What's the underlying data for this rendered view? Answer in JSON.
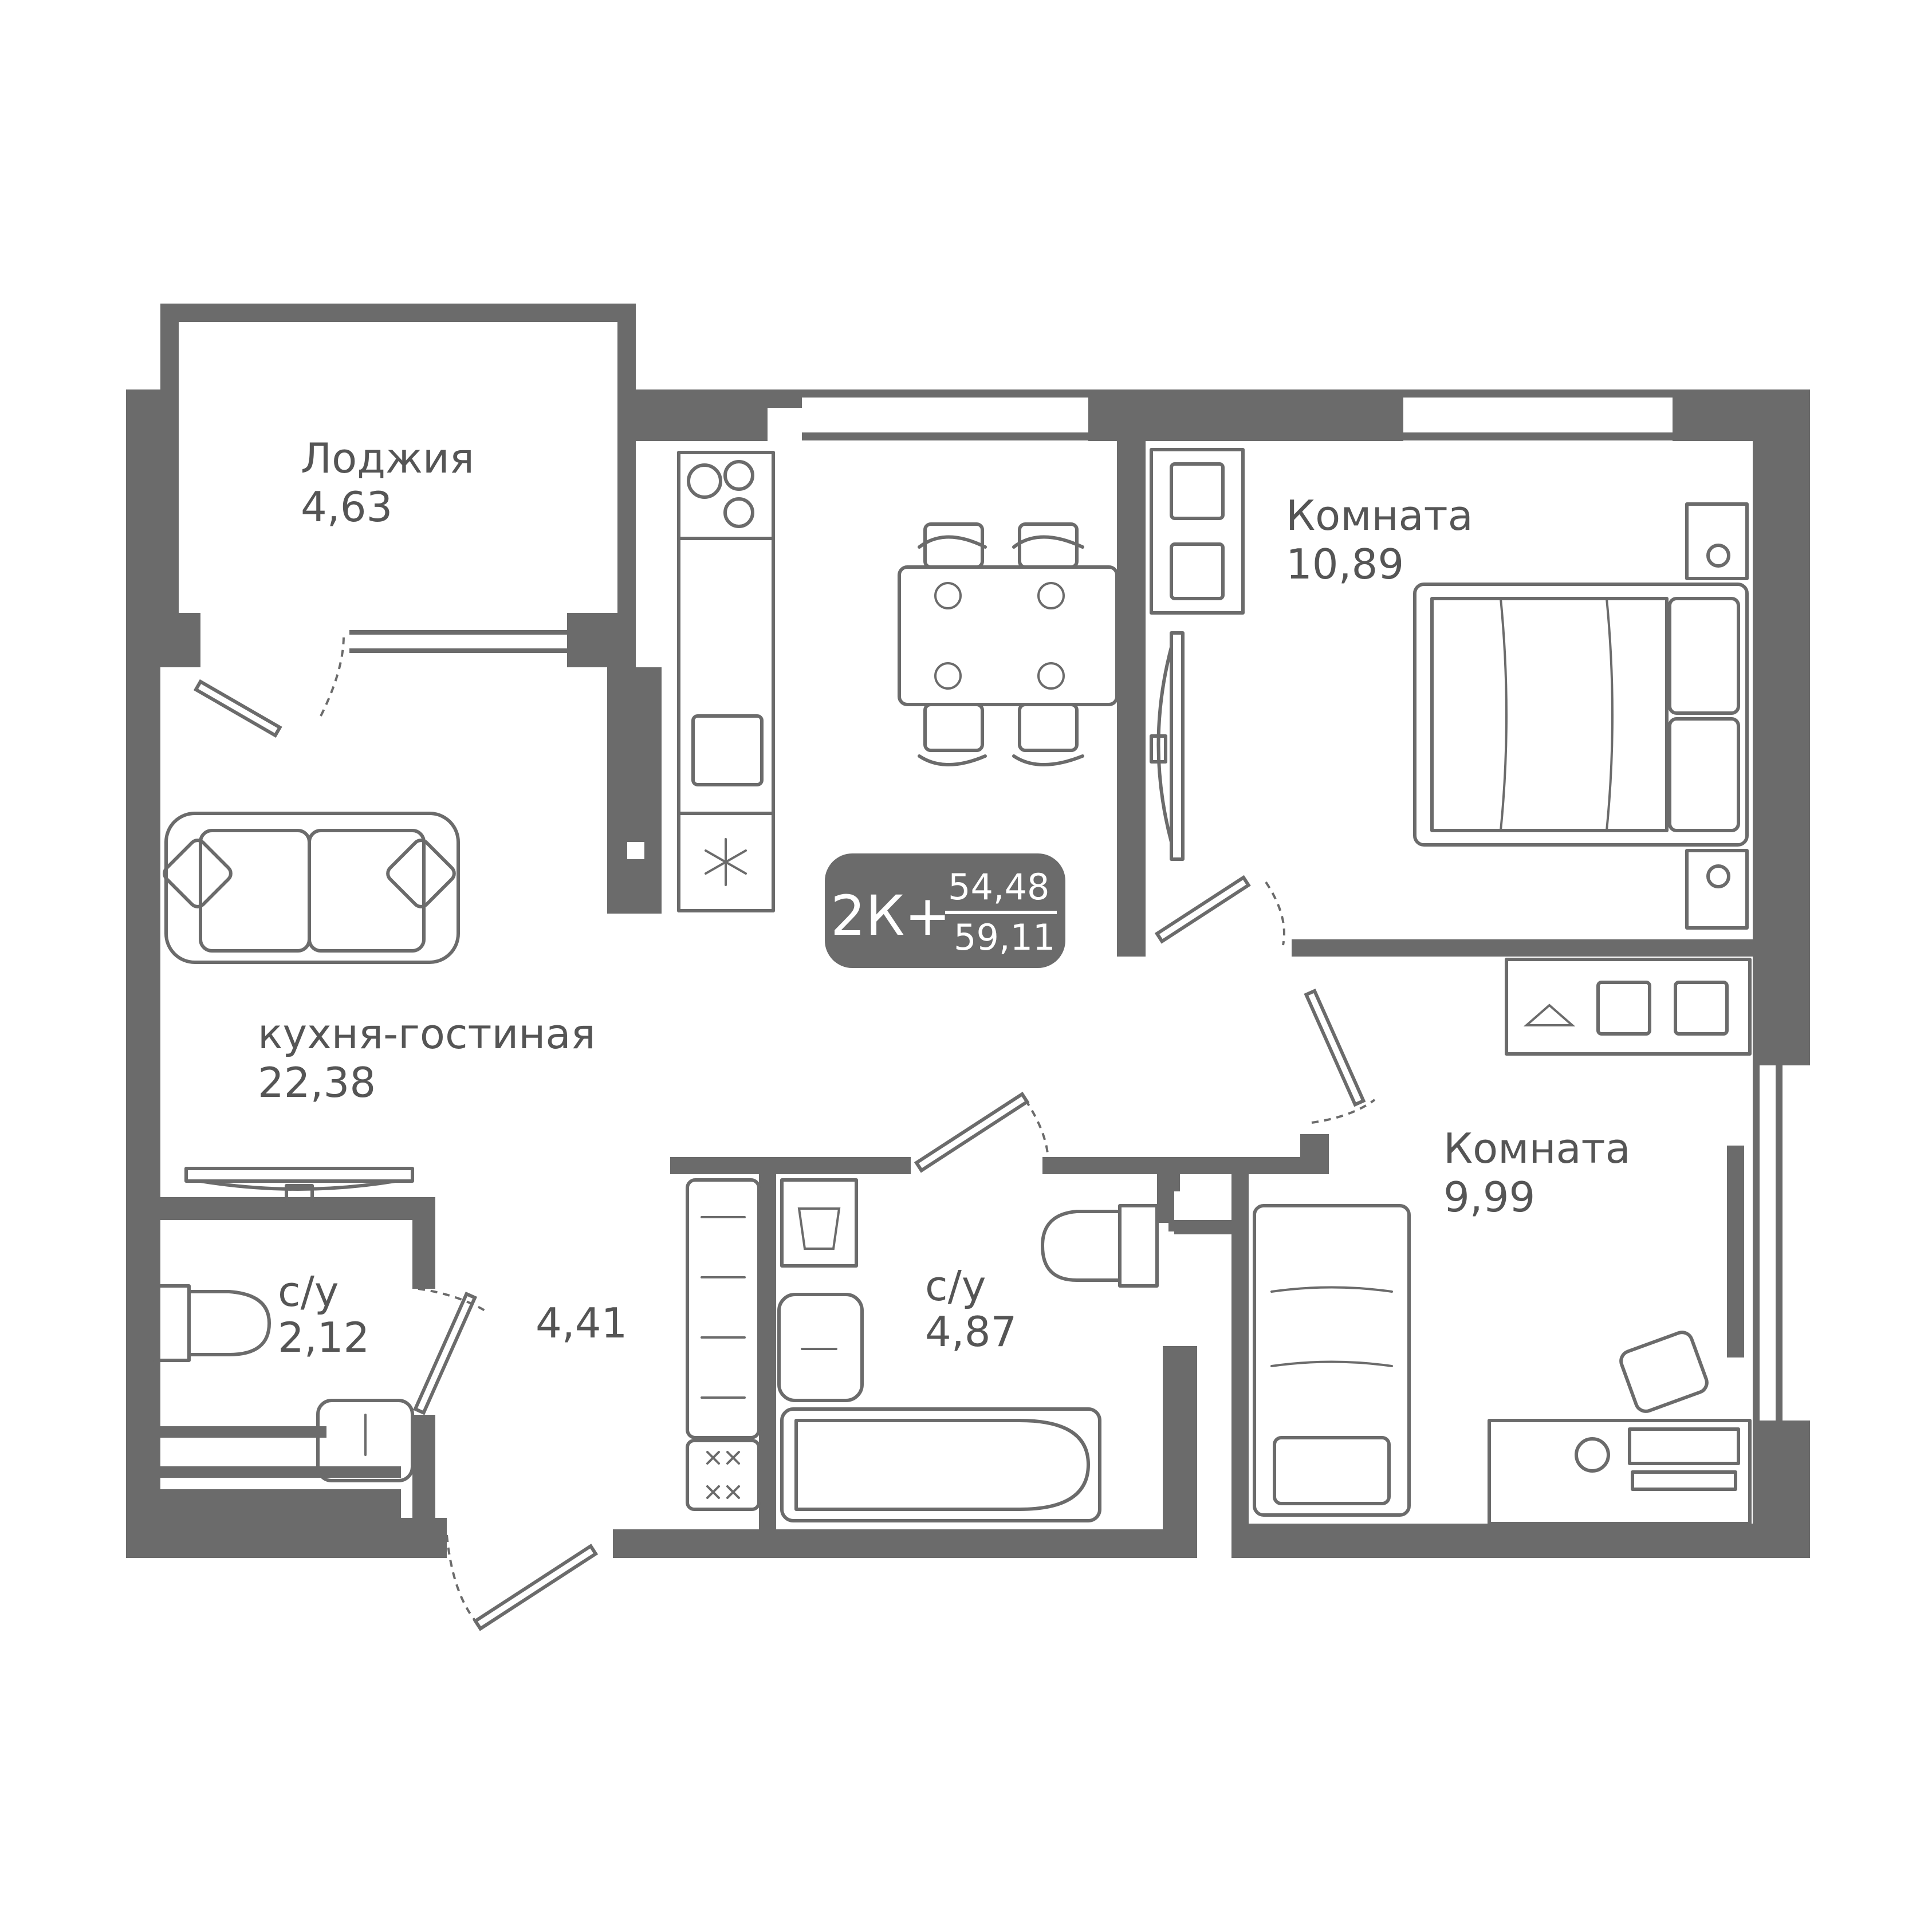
{
  "rooms": {
    "loggia": {
      "name": "Лоджия",
      "area": "4,63"
    },
    "kitchen_living": {
      "name": "кухня-гостиная",
      "area": "22,38"
    },
    "room1": {
      "name": "Комната",
      "area": "10,89"
    },
    "room2": {
      "name": "Комната",
      "area": "9,99"
    },
    "bathroom_small": {
      "name": "с/у",
      "area": "2,12"
    },
    "bathroom_large": {
      "name": "с/у",
      "area": "4,87"
    },
    "hallway": {
      "area": "4,41"
    }
  },
  "badge": {
    "type": "2К+",
    "living_area": "54,48",
    "total_area": "59,11"
  },
  "colors": {
    "wall": "#6b6b6b",
    "badge_bg": "#6b6b6b",
    "text": "#555555"
  }
}
